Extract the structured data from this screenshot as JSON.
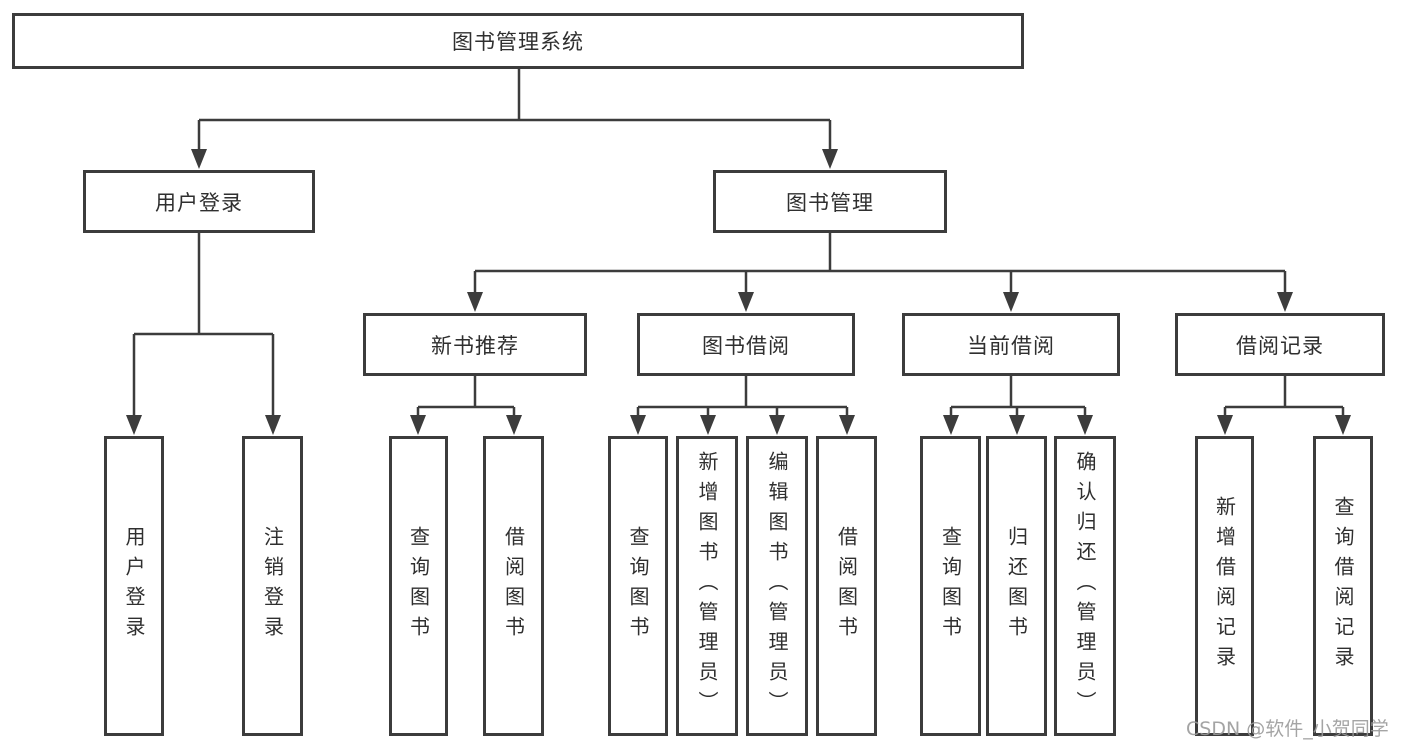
{
  "diagram": {
    "root": {
      "label": "图书管理系统"
    },
    "level2": [
      {
        "label": "用户登录"
      },
      {
        "label": "图书管理"
      }
    ],
    "level3": [
      {
        "label": "新书推荐"
      },
      {
        "label": "图书借阅"
      },
      {
        "label": "当前借阅"
      },
      {
        "label": "借阅记录"
      }
    ],
    "leaves": [
      {
        "label": "用户登录"
      },
      {
        "label": "注销登录"
      },
      {
        "label": "查询图书"
      },
      {
        "label": "借阅图书"
      },
      {
        "label": "查询图书"
      },
      {
        "label": "新增图书（管理员）"
      },
      {
        "label": "编辑图书（管理员）"
      },
      {
        "label": "借阅图书"
      },
      {
        "label": "查询图书"
      },
      {
        "label": "归还图书"
      },
      {
        "label": "确认归还（管理员）"
      },
      {
        "label": "新增借阅记录"
      },
      {
        "label": "查询借阅记录"
      }
    ],
    "colors": {
      "line": "#3c3c3c",
      "box_border": "#3c3c3c",
      "text": "#2f2f2f",
      "background": "#ffffff",
      "watermark": "#9b9b9b"
    }
  },
  "watermark": {
    "text": "CSDN @软件_小贺同学"
  }
}
